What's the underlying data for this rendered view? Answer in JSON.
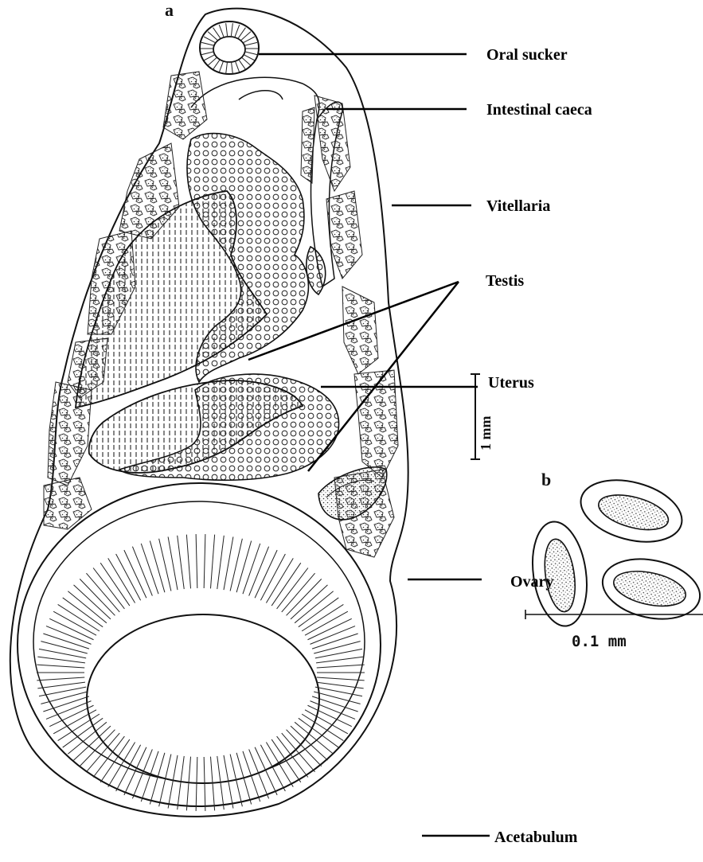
{
  "figure": {
    "panel_a": "a",
    "panel_b": "b",
    "labels": {
      "oral_sucker": "Oral sucker",
      "intestinal_caeca": "Intestinal caeca",
      "vitellaria": "Vitellaria",
      "testis": "Testis",
      "uterus": "Uterus",
      "ovary": "Ovary",
      "acetabulum": "Acetabulum"
    },
    "scale_a": "1 mm",
    "scale_b": "0.1 mm"
  }
}
